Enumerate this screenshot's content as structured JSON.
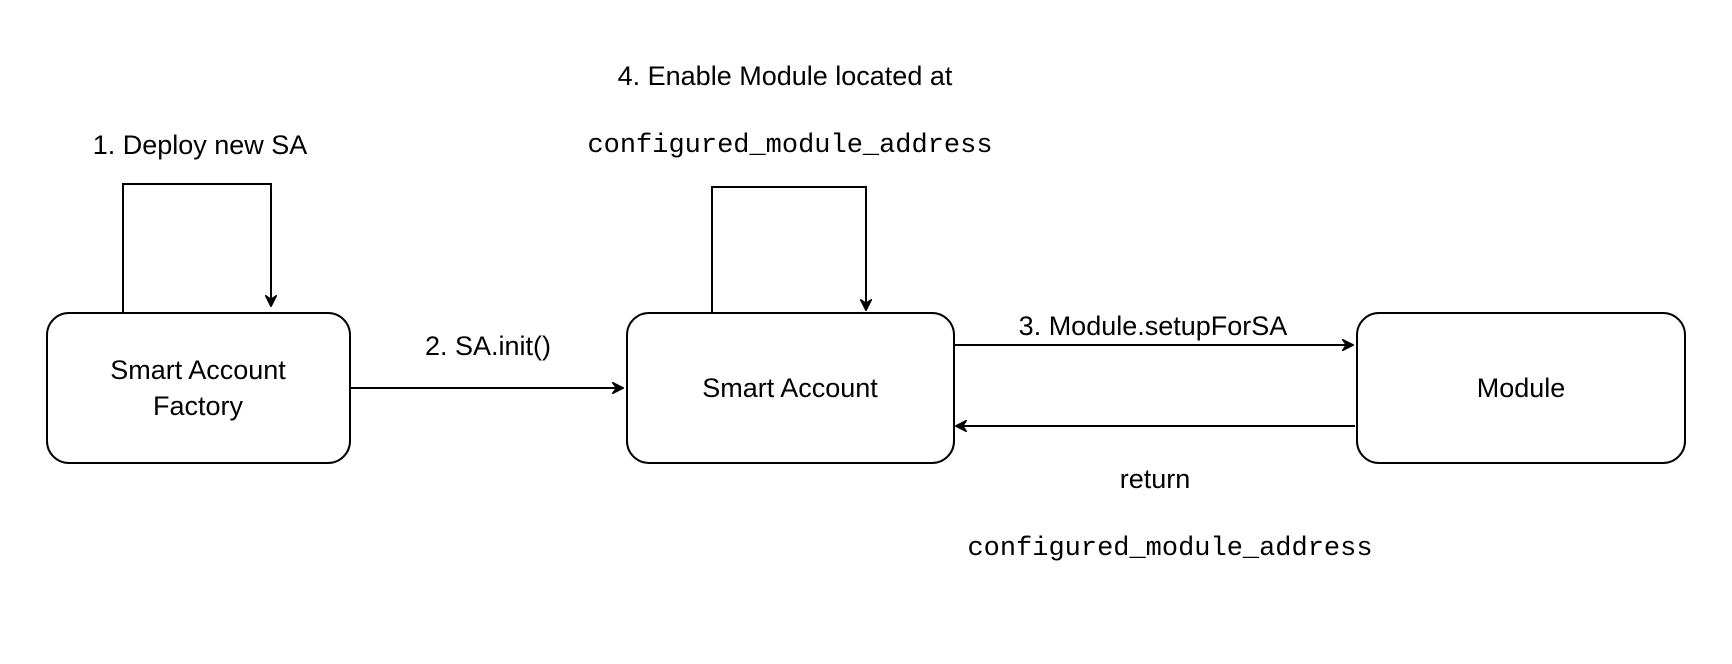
{
  "nodes": {
    "factory": {
      "line1": "Smart Account",
      "line2": "Factory"
    },
    "smart_account": {
      "label": "Smart Account"
    },
    "module": {
      "label": "Module"
    }
  },
  "edges": {
    "deploy": {
      "label": "1. Deploy new SA"
    },
    "init": {
      "label": "2. SA.init()"
    },
    "setup": {
      "label": "3. Module.setupForSA"
    },
    "return": {
      "label": "return",
      "code": "configured_module_address"
    },
    "enable": {
      "label": "4. Enable Module located at",
      "code": "configured_module_address"
    }
  },
  "colors": {
    "stroke": "#000000",
    "background": "#ffffff"
  }
}
